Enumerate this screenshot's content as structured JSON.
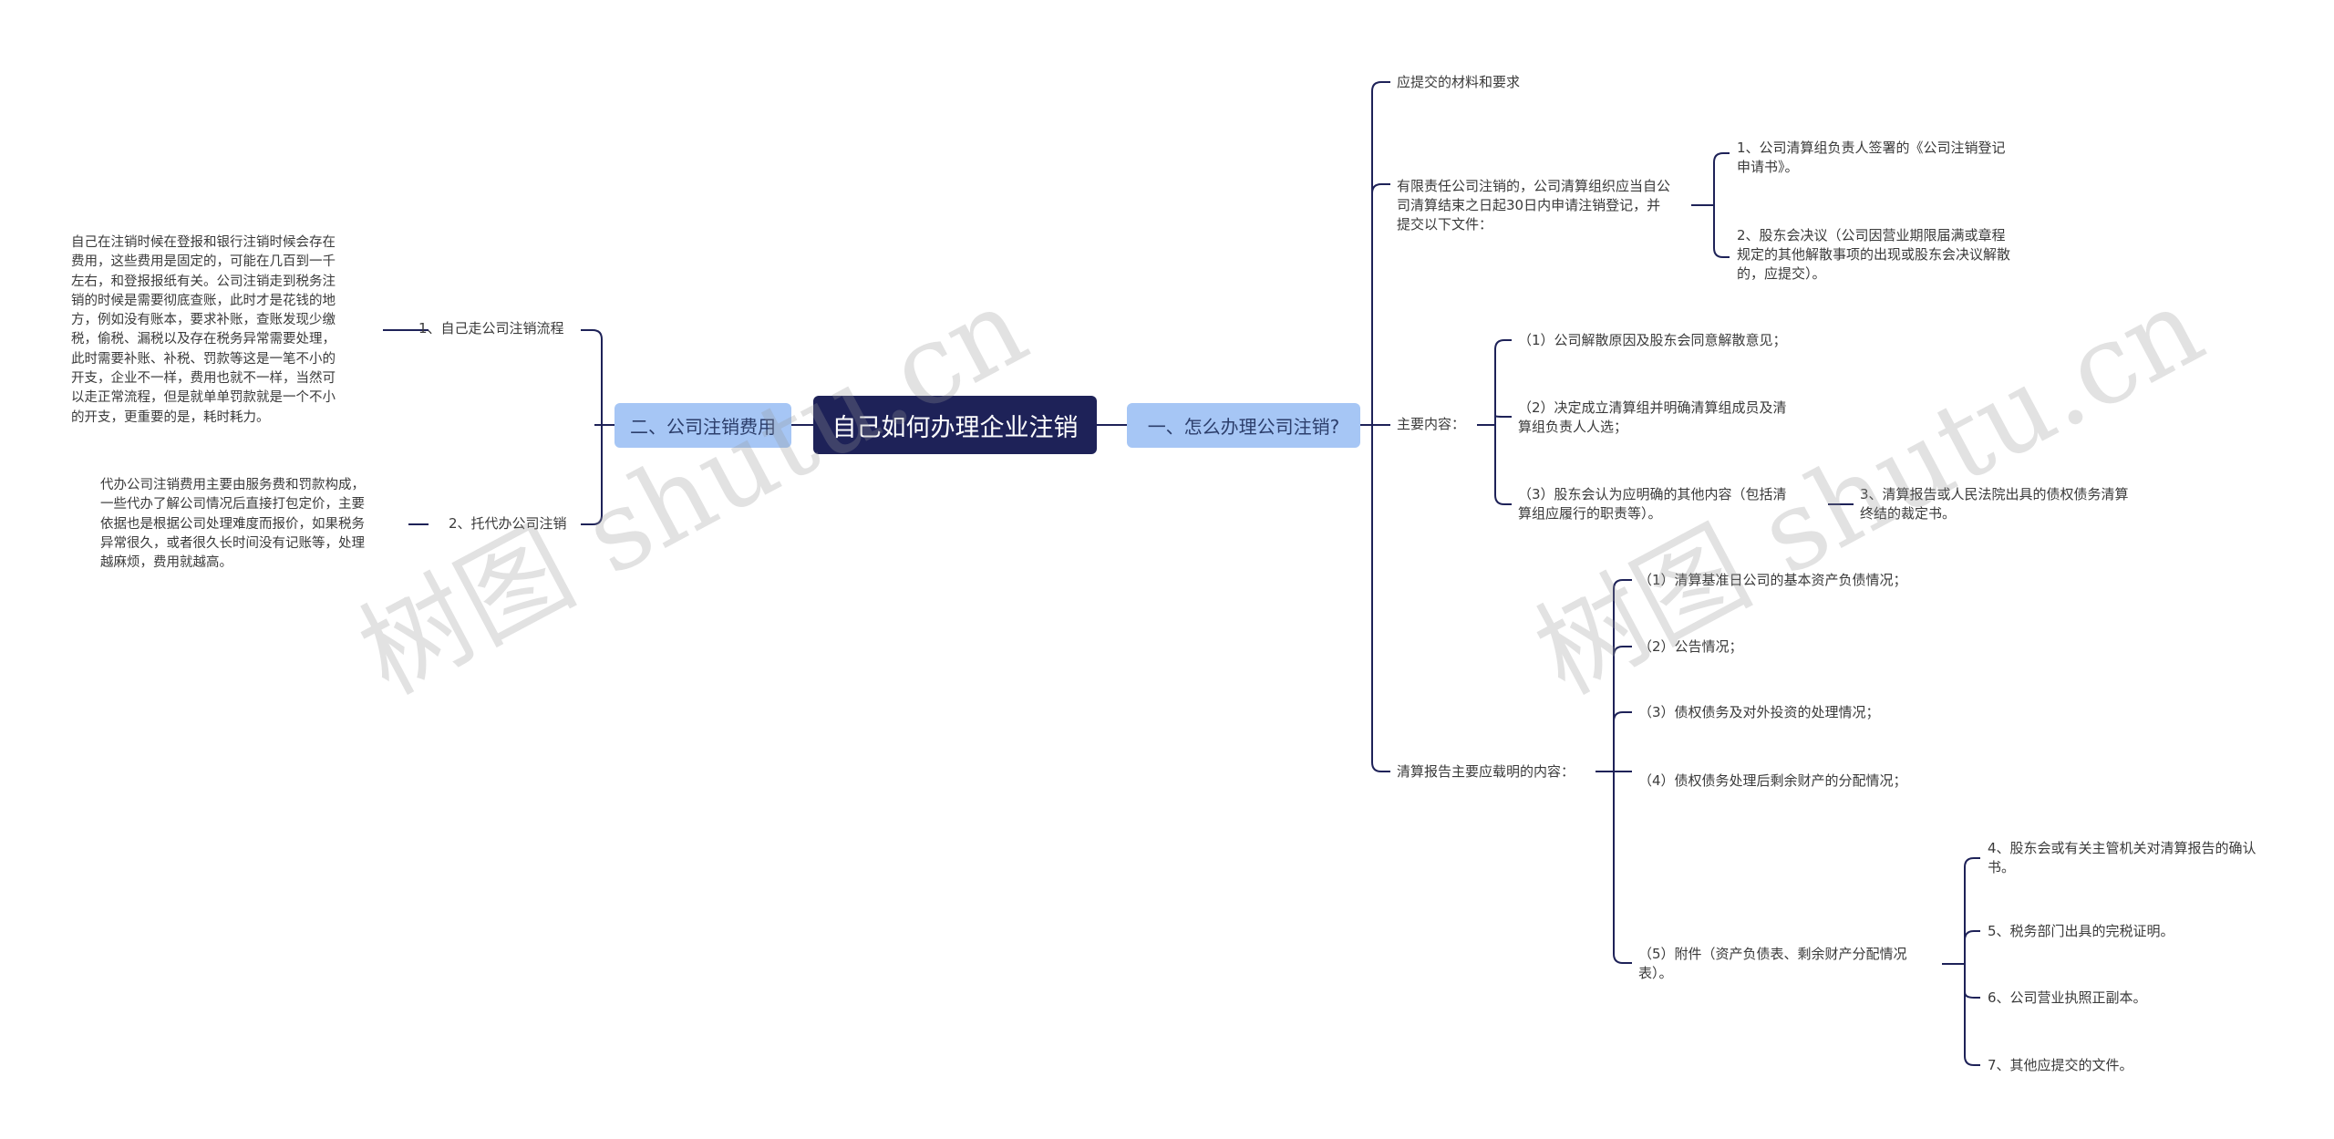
{
  "root": "自己如何办理企业注销",
  "left_branch": {
    "label": "二、公司注销费用",
    "children": [
      {
        "label": "1、自己走公司注销流程",
        "detail": [
          "自己在注销时候在登报和银行注销时候会存在",
          "费用，这些费用是固定的，可能在几百到一千",
          "左右，和登报报纸有关。公司注销走到税务注",
          "销的时候是需要彻底查账，此时才是花钱的地",
          "方，例如没有账本，要求补账，查账发现少缴",
          "税，偷税、漏税以及存在税务异常需要处理，",
          "此时需要补账、补税、罚款等这是一笔不小的",
          "开支，企业不一样，费用也就不一样，当然可",
          "以走正常流程，但是就单单罚款就是一个不小",
          "的开支，更重要的是，耗时耗力。"
        ]
      },
      {
        "label": "2、托代办公司注销",
        "detail": [
          "代办公司注销费用主要由服务费和罚款构成，",
          "一些代办了解公司情况后直接打包定价，主要",
          "依据也是根据公司处理难度而报价，如果税务",
          "异常很久，或者很久长时间没有记账等，处理",
          "越麻烦，费用就越高。"
        ]
      }
    ]
  },
  "right_branch": {
    "label": "一、怎么办理公司注销?",
    "children": [
      {
        "label": [
          "应提交的材料和要求"
        ]
      },
      {
        "label": [
          "有限责任公司注销的，公司清算组织应当自公",
          "司清算结束之日起30日内申请注销登记，并",
          "提交以下文件："
        ],
        "children": [
          [
            "1、公司清算组负责人签署的《公司注销登记",
            "申请书》。"
          ],
          [
            "2、股东会决议（公司因营业期限届满或章程",
            "规定的其他解散事项的出现或股东会决议解散",
            "的，应提交）。"
          ]
        ]
      },
      {
        "label": [
          "主要内容："
        ],
        "children": [
          {
            "label": [
              "（1）公司解散原因及股东会同意解散意见；"
            ]
          },
          {
            "label": [
              "（2）决定成立清算组并明确清算组成员及清",
              "算组负责人人选；"
            ]
          },
          {
            "label": [
              "（3）股东会认为应明确的其他内容（包括清",
              "算组应履行的职责等）。"
            ],
            "child": [
              "3、清算报告或人民法院出具的债权债务清算",
              "终结的裁定书。"
            ]
          }
        ]
      },
      {
        "label": [
          "清算报告主要应载明的内容："
        ],
        "children": [
          {
            "label": [
              "（1）清算基准日公司的基本资产负债情况；"
            ]
          },
          {
            "label": [
              "（2）公告情况；"
            ]
          },
          {
            "label": [
              "（3）债权债务及对外投资的处理情况；"
            ]
          },
          {
            "label": [
              "（4）债权债务处理后剩余财产的分配情况；"
            ]
          },
          {
            "label": [
              "（5）附件（资产负债表、剩余财产分配情况",
              "表）。"
            ],
            "children": [
              [
                "4、股东会或有关主管机关对清算报告的确认",
                "书。"
              ],
              [
                "5、税务部门出具的完税证明。"
              ],
              [
                "6、公司营业执照正副本。"
              ],
              [
                "7、其他应提交的文件。"
              ]
            ]
          }
        ]
      }
    ]
  },
  "watermarks": [
    "树图 shutu.cn",
    "树图 shutu.cn"
  ],
  "colors": {
    "root_bg": "#1e2258",
    "branch_bg": "#a6c6f5",
    "line": "#1e2258"
  }
}
